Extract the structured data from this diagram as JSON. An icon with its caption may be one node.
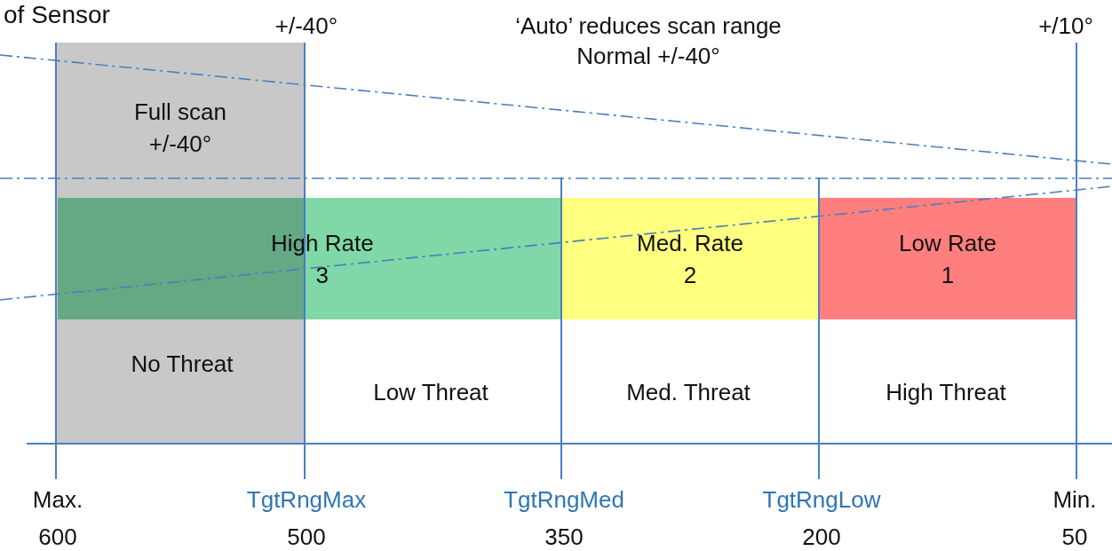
{
  "diagram": {
    "nodes": [
      {
        "text": [
          "Full scan",
          "+/-40°"
        ]
      },
      {
        "text": [
          "High Rate",
          "3"
        ]
      },
      {
        "text": [
          "Med. Rate",
          "2"
        ]
      },
      {
        "text": [
          "Low Rate",
          "1"
        ]
      },
      {
        "text": [
          "No Threat"
        ],
        "in": 0
      },
      {
        "text": [
          "Low Threat"
        ]
      },
      {
        "text": [
          "Med. Threat"
        ]
      },
      {
        "text": [
          "High Threat"
        ]
      }
    ],
    "edges": [],
    "labels": [
      "of Sensor",
      "+/-40°",
      "‘Auto’ reduces scan range Normal +/-40°",
      "+/10°",
      "Max.",
      "TgtRngMax",
      "TgtRngMed",
      "TgtRngLow",
      "Min.",
      "600",
      "500",
      "350",
      "200",
      "50"
    ]
  }
}
